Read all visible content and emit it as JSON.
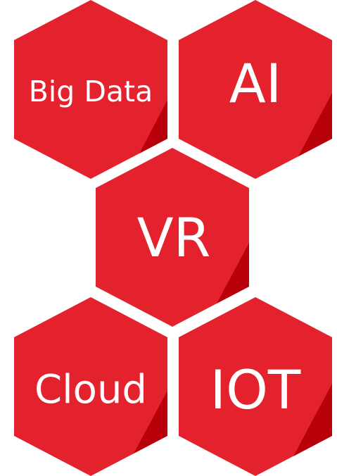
{
  "colors": {
    "hex_fill": "#e4222e",
    "hex_fold": "#b8000a",
    "label": "#ffffff",
    "background": "#ffffff"
  },
  "hexagons": [
    {
      "id": "big-data",
      "label": "Big Data"
    },
    {
      "id": "ai",
      "label": "AI"
    },
    {
      "id": "vr",
      "label": "VR"
    },
    {
      "id": "cloud",
      "label": "Cloud"
    },
    {
      "id": "iot",
      "label": "IOT"
    }
  ]
}
